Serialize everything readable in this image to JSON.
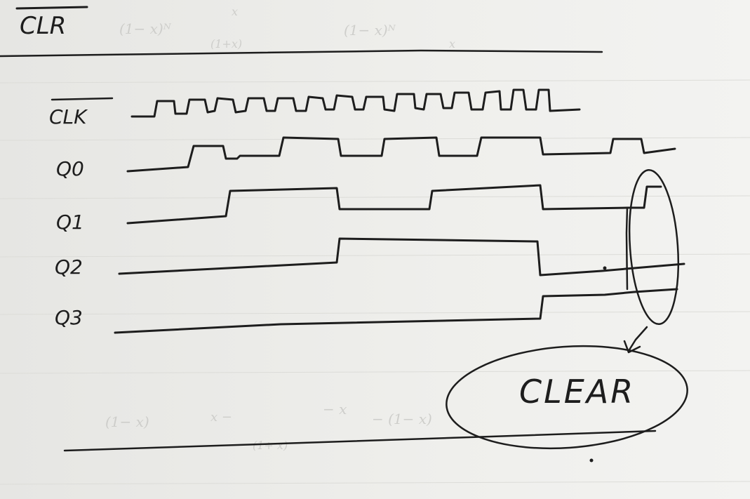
{
  "title": "CLR",
  "signals": [
    {
      "id": "clk",
      "label": "CLK",
      "overbar": true
    },
    {
      "id": "q0",
      "label": "Q0"
    },
    {
      "id": "q1",
      "label": "Q1"
    },
    {
      "id": "q2",
      "label": "Q2"
    },
    {
      "id": "q3",
      "label": "Q3"
    }
  ],
  "annotation": "CLEAR",
  "colors": {
    "paper": "#eeeeeb",
    "ink": "#1d1d1d",
    "ghost": "#c9c9c6"
  }
}
